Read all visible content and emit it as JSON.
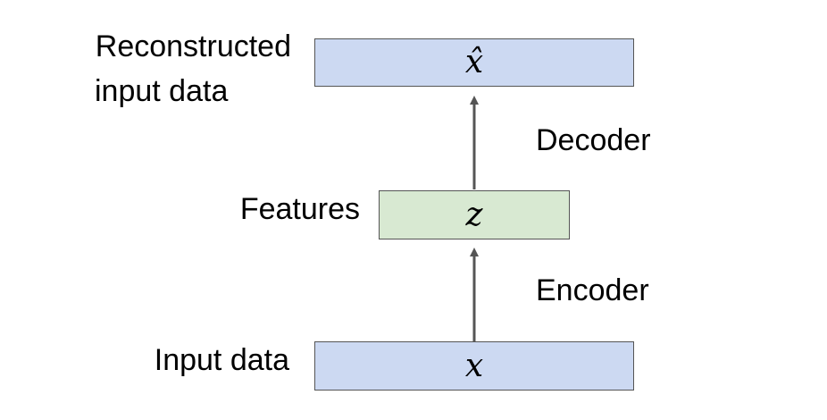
{
  "output": {
    "label_line1": "Reconstructed",
    "label_line2": "input data",
    "symbol": "x̂",
    "box_color": "#ccd9f2"
  },
  "features": {
    "label": "Features",
    "symbol": "z",
    "box_color": "#d8e9d2"
  },
  "input": {
    "label": "Input data",
    "symbol": "x",
    "box_color": "#ccd9f2"
  },
  "decoder": {
    "label": "Decoder"
  },
  "encoder": {
    "label": "Encoder"
  },
  "colors": {
    "border": "#555555",
    "arrow": "#555555",
    "text": "#000000"
  }
}
